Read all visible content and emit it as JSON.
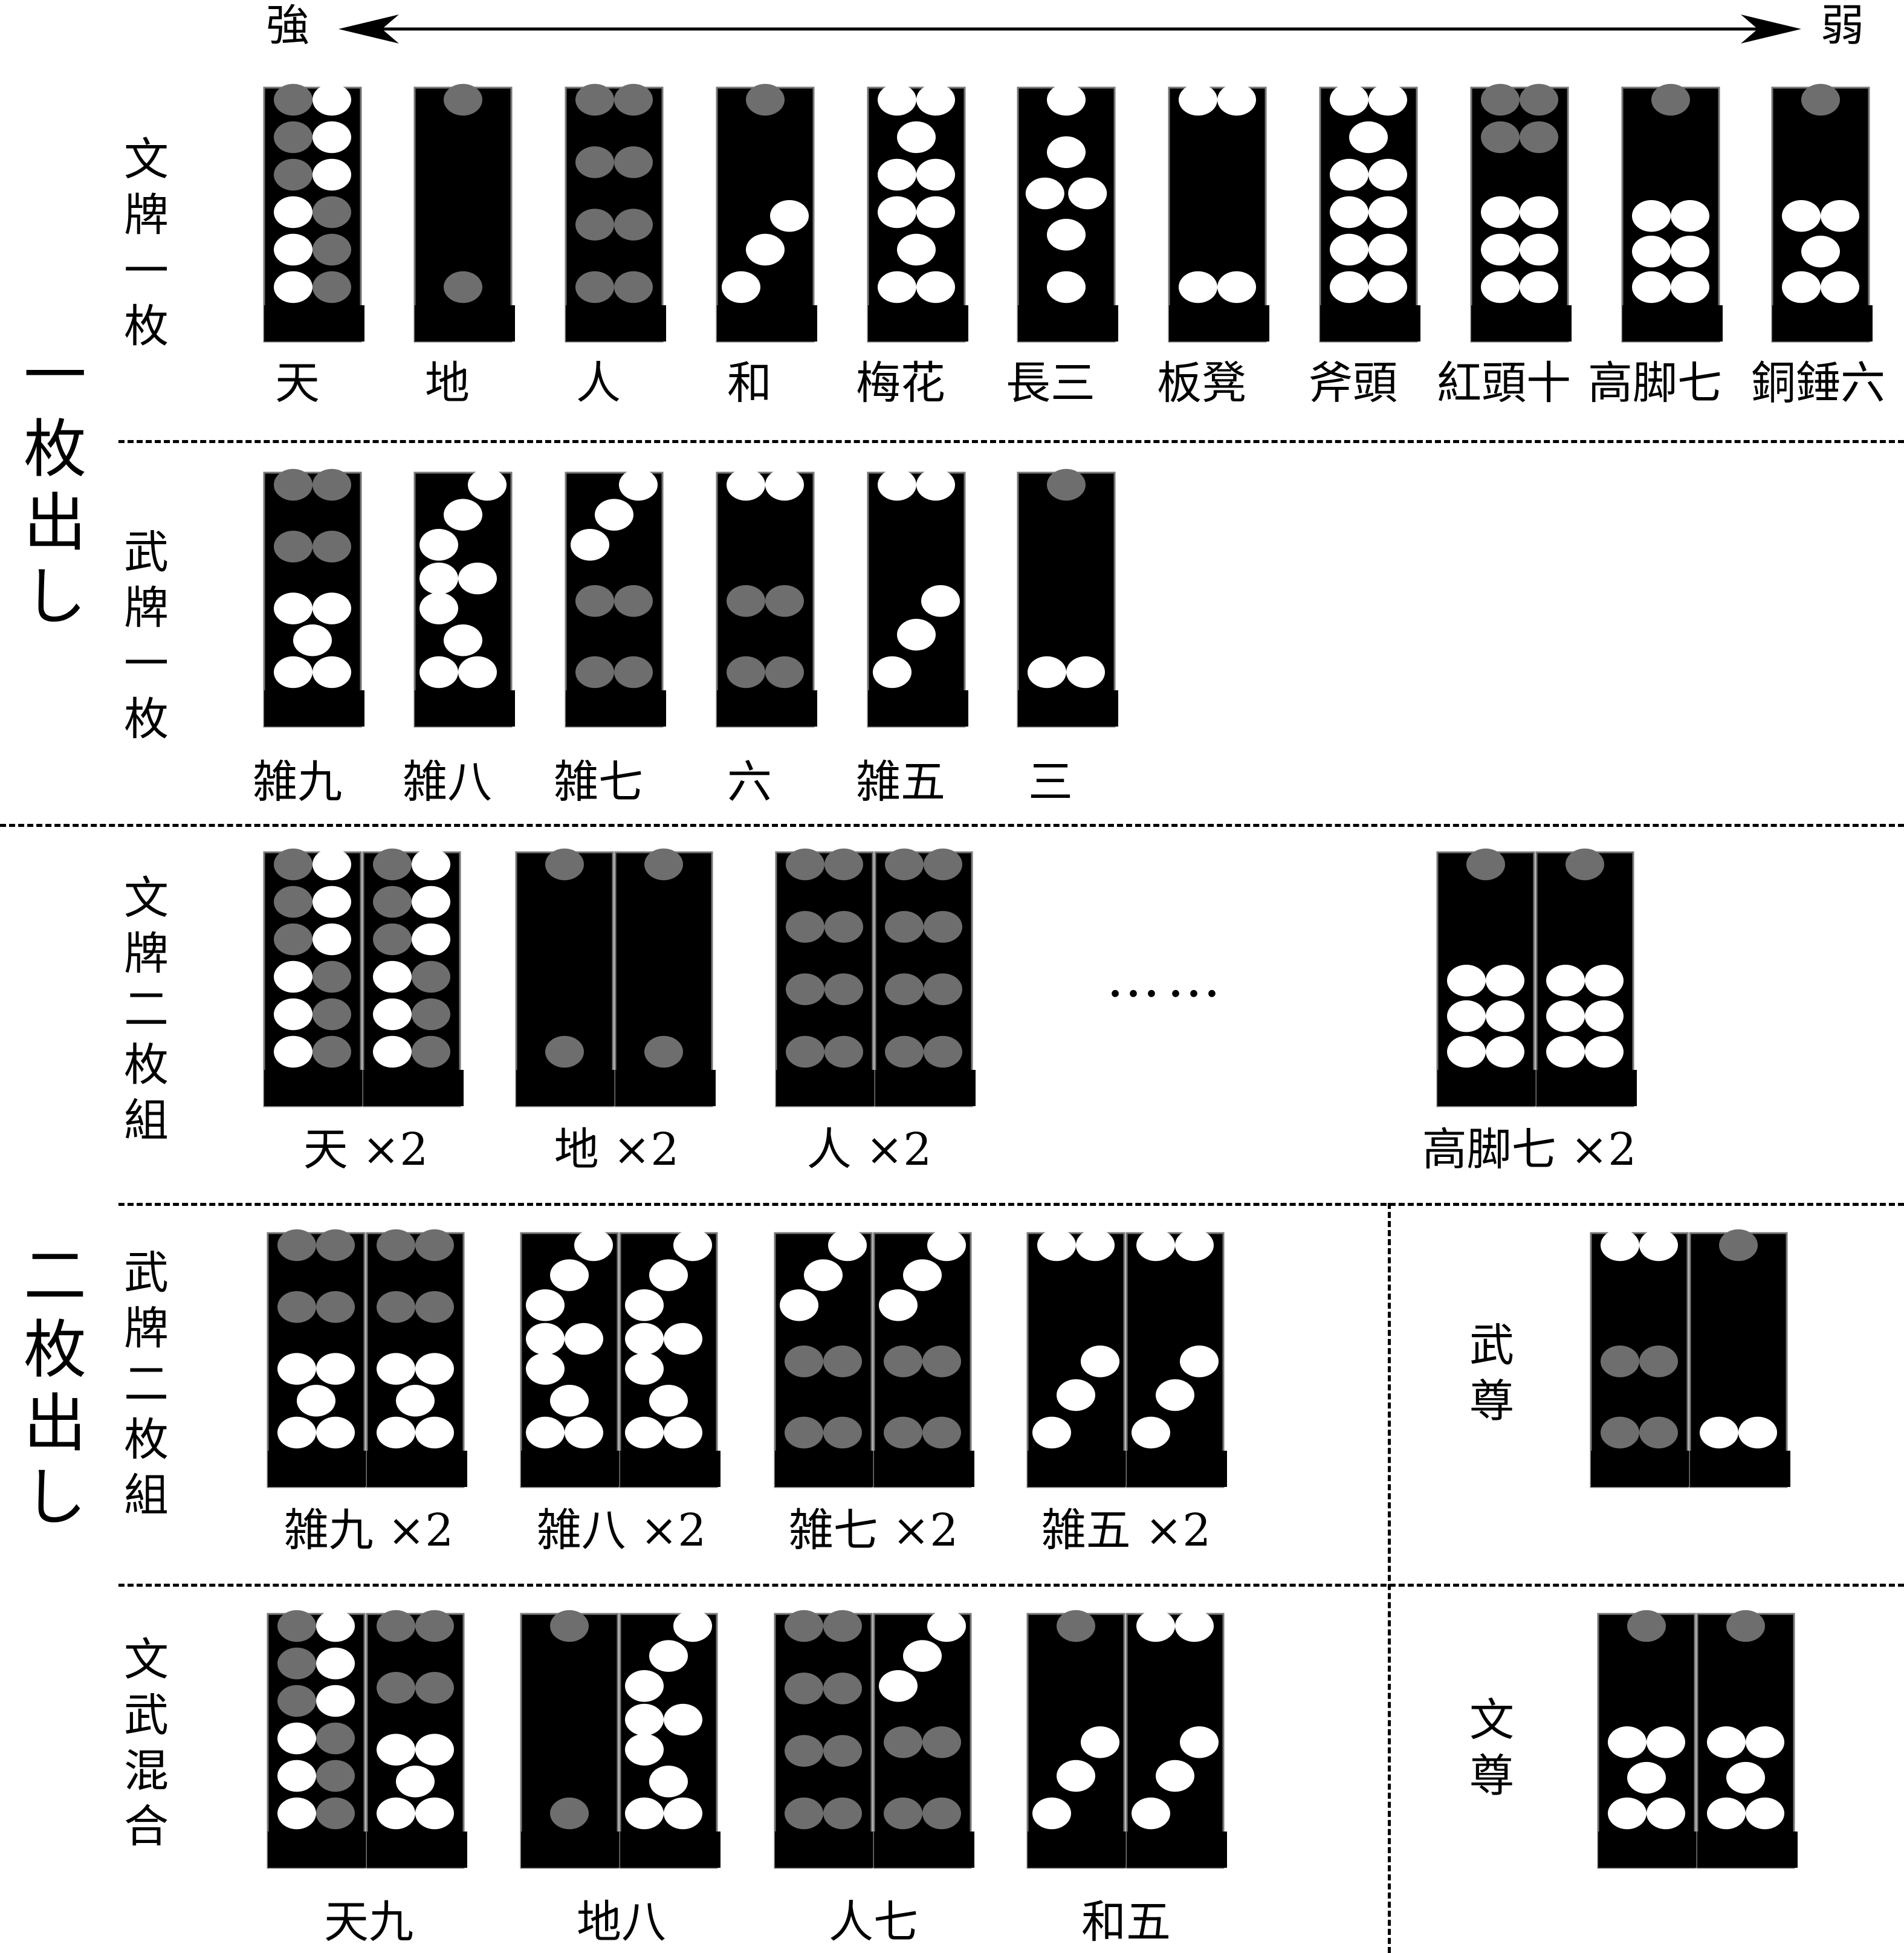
{
  "header": {
    "strong": "強",
    "weak": "弱"
  },
  "groups": {
    "single": "一枚出し",
    "double": "二枚出し"
  },
  "rows": {
    "civil_single": "文牌一枚",
    "military_single": "武牌一枚",
    "civil_pair": "文牌二枚組",
    "military_pair": "武牌二枚組",
    "mixed": "文武混合"
  },
  "special": {
    "military_supreme": "武尊",
    "civil_supreme": "文尊"
  },
  "ellipsis": "……",
  "civil_singles": [
    "天",
    "地",
    "人",
    "和",
    "梅花",
    "長三",
    "板凳",
    "斧頭",
    "紅頭十",
    "高脚七",
    "銅錘六"
  ],
  "military_singles": [
    "雑九",
    "雑八",
    "雑七",
    "六",
    "雑五",
    "三"
  ],
  "civil_pairs": [
    "天 ×2",
    "地 ×2",
    "人 ×2",
    "高脚七 ×2"
  ],
  "military_pairs": [
    "雑九 ×2",
    "雑八 ×2",
    "雑七 ×2",
    "雑五 ×2"
  ],
  "mixed_pairs": [
    "天九",
    "地八",
    "人七",
    "和五"
  ],
  "colors": {
    "tile": "#000000",
    "white_pip": "#ffffff",
    "red_pip": "#6e6e6e"
  }
}
